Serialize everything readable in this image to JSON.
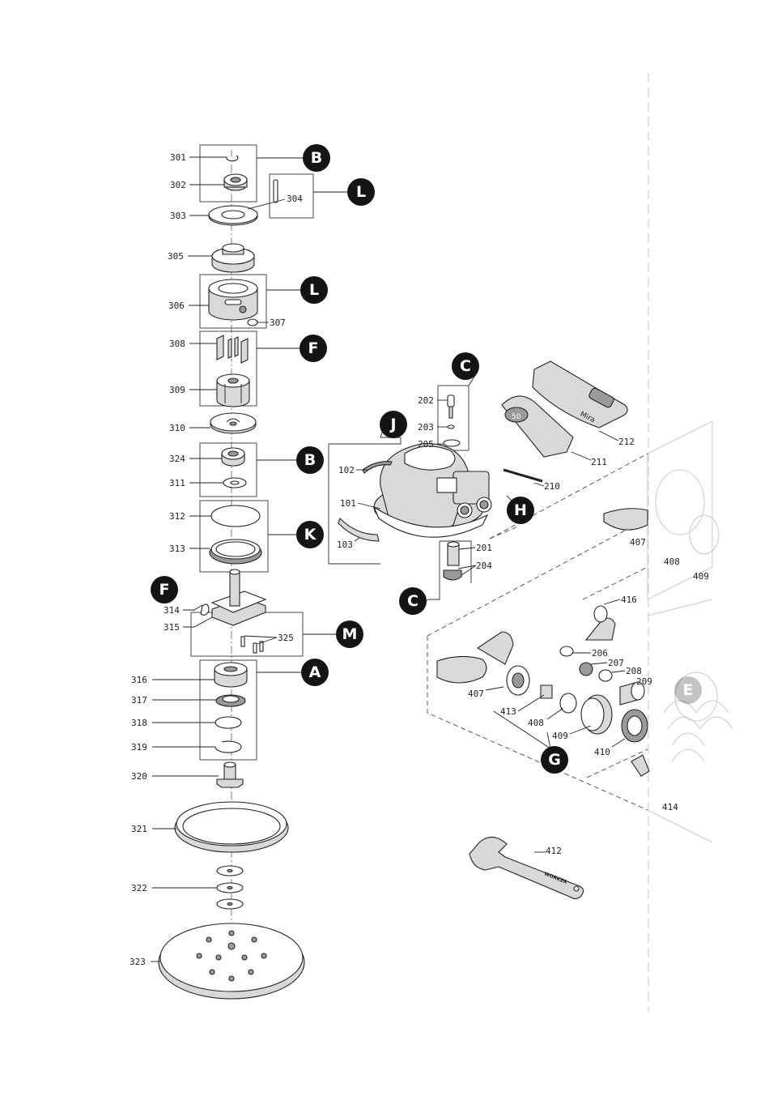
{
  "parts": [
    {
      "id": "301",
      "label": "301"
    },
    {
      "id": "302",
      "label": "302"
    },
    {
      "id": "303",
      "label": "303"
    },
    {
      "id": "304",
      "label": "304"
    },
    {
      "id": "305",
      "label": "305"
    },
    {
      "id": "306",
      "label": "306"
    },
    {
      "id": "307",
      "label": "307"
    },
    {
      "id": "308",
      "label": "308"
    },
    {
      "id": "309",
      "label": "309"
    },
    {
      "id": "310",
      "label": "310"
    },
    {
      "id": "324",
      "label": "324"
    },
    {
      "id": "311",
      "label": "311"
    },
    {
      "id": "312",
      "label": "312"
    },
    {
      "id": "313",
      "label": "313"
    },
    {
      "id": "314",
      "label": "314"
    },
    {
      "id": "315",
      "label": "315"
    },
    {
      "id": "325",
      "label": "325"
    },
    {
      "id": "316",
      "label": "316"
    },
    {
      "id": "317",
      "label": "317"
    },
    {
      "id": "318",
      "label": "318"
    },
    {
      "id": "319",
      "label": "319"
    },
    {
      "id": "320",
      "label": "320"
    },
    {
      "id": "321",
      "label": "321"
    },
    {
      "id": "322",
      "label": "322"
    },
    {
      "id": "323",
      "label": "323"
    },
    {
      "id": "202",
      "label": "202"
    },
    {
      "id": "203",
      "label": "203"
    },
    {
      "id": "205",
      "label": "205"
    },
    {
      "id": "212",
      "label": "212"
    },
    {
      "id": "211",
      "label": "211"
    },
    {
      "id": "210",
      "label": "210"
    },
    {
      "id": "102",
      "label": "102"
    },
    {
      "id": "101",
      "label": "101"
    },
    {
      "id": "103",
      "label": "103"
    },
    {
      "id": "201",
      "label": "201"
    },
    {
      "id": "204",
      "label": "204"
    },
    {
      "id": "407a",
      "label": "407"
    },
    {
      "id": "408a",
      "label": "408"
    },
    {
      "id": "409a",
      "label": "409"
    },
    {
      "id": "416",
      "label": "416"
    },
    {
      "id": "206",
      "label": "206"
    },
    {
      "id": "207",
      "label": "207"
    },
    {
      "id": "208",
      "label": "208"
    },
    {
      "id": "209",
      "label": "209"
    },
    {
      "id": "407b",
      "label": "407"
    },
    {
      "id": "413",
      "label": "413"
    },
    {
      "id": "408b",
      "label": "408"
    },
    {
      "id": "409b",
      "label": "409"
    },
    {
      "id": "410",
      "label": "410"
    },
    {
      "id": "414",
      "label": "414"
    },
    {
      "id": "412",
      "label": "412"
    }
  ],
  "badges": [
    {
      "id": "B1",
      "label": "B"
    },
    {
      "id": "L1",
      "label": "L"
    },
    {
      "id": "L2",
      "label": "L"
    },
    {
      "id": "F1",
      "label": "F"
    },
    {
      "id": "B2",
      "label": "B"
    },
    {
      "id": "K",
      "label": "K"
    },
    {
      "id": "F2",
      "label": "F"
    },
    {
      "id": "M",
      "label": "M"
    },
    {
      "id": "A",
      "label": "A"
    },
    {
      "id": "C1",
      "label": "C"
    },
    {
      "id": "J",
      "label": "J"
    },
    {
      "id": "H",
      "label": "H"
    },
    {
      "id": "C2",
      "label": "C"
    },
    {
      "id": "G",
      "label": "G"
    },
    {
      "id": "E",
      "label": "E"
    }
  ],
  "part_markings": {
    "vent_plate": "Mira",
    "wrench": "WORKER"
  }
}
